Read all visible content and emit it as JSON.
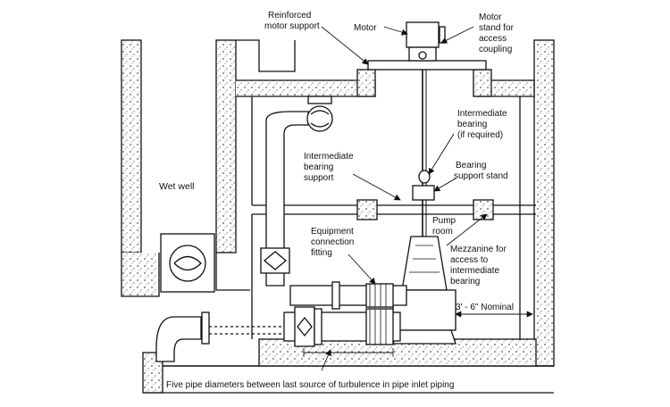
{
  "labels": {
    "reinforced_motor_support": [
      "Reinforced",
      "motor support"
    ],
    "motor": "Motor",
    "motor_stand": [
      "Motor",
      "stand for",
      "access",
      "coupling"
    ],
    "intermediate_bearing_top": [
      "Intermediate",
      "bearing",
      "(if required)"
    ],
    "intermediate_bearing_support": [
      "Intermediate",
      "bearing",
      "support"
    ],
    "bearing_support_stand": [
      "Bearing",
      "support stand"
    ],
    "wet_well": "Wet well",
    "pump_room": [
      "Pump",
      "room"
    ],
    "mezzanine": [
      "Mezzanine for",
      "access to",
      "intermediate",
      "bearing"
    ],
    "equipment_connection_fitting": [
      "Equipment",
      "connection",
      "fitting"
    ],
    "nominal": "3' - 6\" Nominal",
    "five_pipe_diameters": "Five pipe diameters between last source of turbulence in pipe inlet piping"
  },
  "colors": {
    "line": "#111111",
    "concrete": "#666666",
    "background": "#ffffff"
  }
}
